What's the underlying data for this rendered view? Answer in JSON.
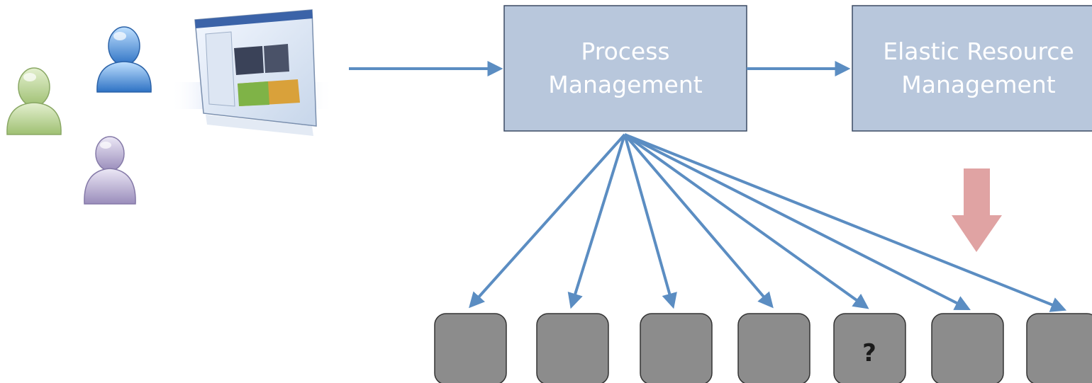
{
  "nodes": {
    "process_management": {
      "line1": "Process",
      "line2": "Management"
    },
    "elastic_resource_management": {
      "line1": "Elastic Resource",
      "line2": "Management"
    }
  },
  "worker_nodes": [
    {
      "label": ""
    },
    {
      "label": ""
    },
    {
      "label": ""
    },
    {
      "label": ""
    },
    {
      "label": "?"
    },
    {
      "label": ""
    },
    {
      "label": ""
    }
  ],
  "users": [
    {
      "icon": "user-icon",
      "color": "#a6c77f"
    },
    {
      "icon": "user-icon",
      "color": "#4d8fd6"
    },
    {
      "icon": "user-icon",
      "color": "#a79bc4"
    }
  ],
  "web_app_icon": "browser-window-icon",
  "colors": {
    "box_fill": "#b8c7dc",
    "box_stroke": "#3b4a63",
    "arrow": "#5b8dc2",
    "worker_fill": "#8c8c8c",
    "down_arrow": "#e0a3a3"
  }
}
